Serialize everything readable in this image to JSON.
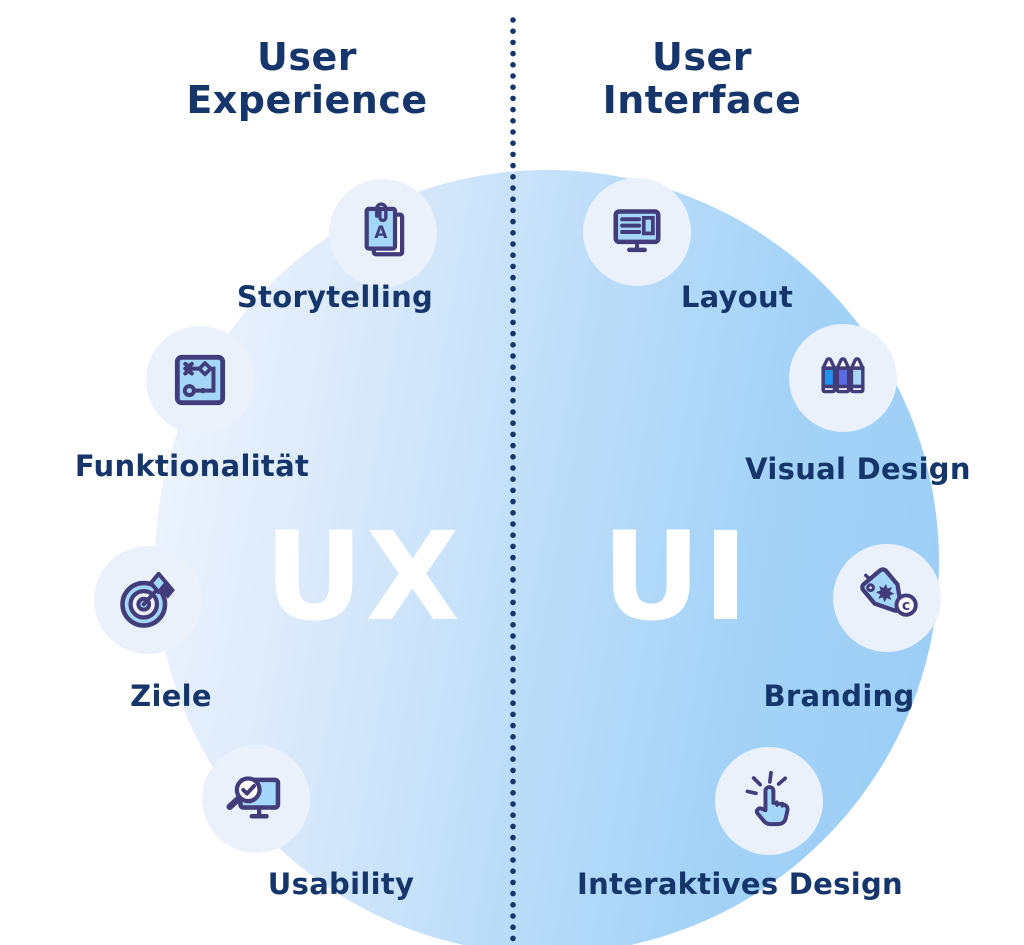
{
  "diagram": {
    "type": "ux-vs-ui-infographic",
    "divider": {
      "style": "vertical-dotted",
      "color": "#16366B"
    },
    "circle": {
      "gradient_start": "#F0F5FD",
      "gradient_end": "#9ACDF6"
    },
    "colors": {
      "heading_navy": "#16366B",
      "icon_outline": "#423C7A",
      "icon_fill": "#A3D6F8",
      "bubble_background": "#EAF1FB",
      "big_letters": "#FFFFFF",
      "pencil_blue": "#2293EA",
      "pencil_indigo": "#5A6BE2",
      "pencil_light": "#A9D7F8"
    },
    "left": {
      "title_lines": [
        "User",
        "Experience"
      ],
      "big_label": "UX",
      "items": [
        {
          "label": "Storytelling",
          "icon": "document-stack-icon"
        },
        {
          "label": "Funktionalität",
          "icon": "flowchart-icon"
        },
        {
          "label": "Ziele",
          "icon": "target-dart-icon"
        },
        {
          "label": "Usability",
          "icon": "monitor-magnifier-icon"
        }
      ]
    },
    "right": {
      "title_lines": [
        "User",
        "Interface"
      ],
      "big_label": "UI",
      "items": [
        {
          "label": "Layout",
          "icon": "layout-monitor-icon"
        },
        {
          "label": "Visual Design",
          "icon": "pencils-icon"
        },
        {
          "label": "Branding",
          "icon": "brand-tag-icon"
        },
        {
          "label": "Interaktives Design",
          "icon": "click-hand-icon"
        }
      ]
    },
    "storytelling_page_letter": "A",
    "branding_badge_letter": "c"
  }
}
